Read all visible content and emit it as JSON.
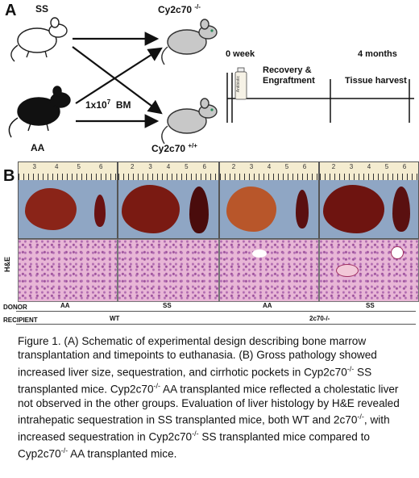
{
  "panelA": {
    "label": "A",
    "mouse_ss": "SS",
    "mouse_aa": "AA",
    "bm_dose": "1x10",
    "bm_exp": "7",
    "bm_unit": "BM",
    "rec_ko": "Cy2c70",
    "rec_ko_sup": "-/-",
    "rec_wt": "Cy2c70",
    "rec_wt_sup": "+/+",
    "timeline": {
      "start": "0 week",
      "end": "4 months",
      "phase1": "Recovery &",
      "phase1b": "Engraftment",
      "phase2": "Tissue harvest",
      "bottle": "Antibiotic"
    }
  },
  "panelB": {
    "label": "B",
    "he_label": "H&E",
    "donor_label": "DONOR",
    "recipient_label": "RECIPIENT",
    "donors": [
      "AA",
      "SS",
      "AA",
      "SS"
    ],
    "recipients": [
      "WT",
      "2c70-/-"
    ],
    "ruler_numbers": [
      [
        "3",
        "4",
        "5",
        "6"
      ],
      [
        "2",
        "3",
        "4",
        "5",
        "6"
      ],
      [
        "2",
        "3",
        "4",
        "5",
        "6"
      ],
      [
        "2",
        "3",
        "4",
        "5",
        "6"
      ]
    ]
  },
  "caption": {
    "p1": "Figure 1. (A) Schematic of experimental design describing bone marrow transplantation and timepoints to euthanasia. (B) Gross pathology showed increased liver size, sequestration, and cirrhotic pockets in Cyp2c70",
    "sup1": "-/-",
    "p2": " SS transplanted mice. Cyp2c70",
    "sup2": "-/-",
    "p3": " AA transplanted mice reflected a cholestatic liver not observed in the other groups. Evaluation of liver histology by H&E revealed intrahepatic sequestration in SS transplanted mice, both WT and 2c70",
    "sup3": "-/-",
    "p4": ", with increased sequestration in Cyp2c70",
    "sup4": "-/-",
    "p5": " SS transplanted mice compared to Cyp2c70",
    "sup5": "-/-",
    "p6": " AA transplanted mice."
  },
  "colors": {
    "liver_normal": "#8a2418",
    "liver_cholestatic": "#b8562a",
    "spleen": "#5a1010",
    "ruler_bg": "#f4ecd0",
    "photo_bg": "#8fa6c4",
    "histology": "#e8b6d6"
  }
}
